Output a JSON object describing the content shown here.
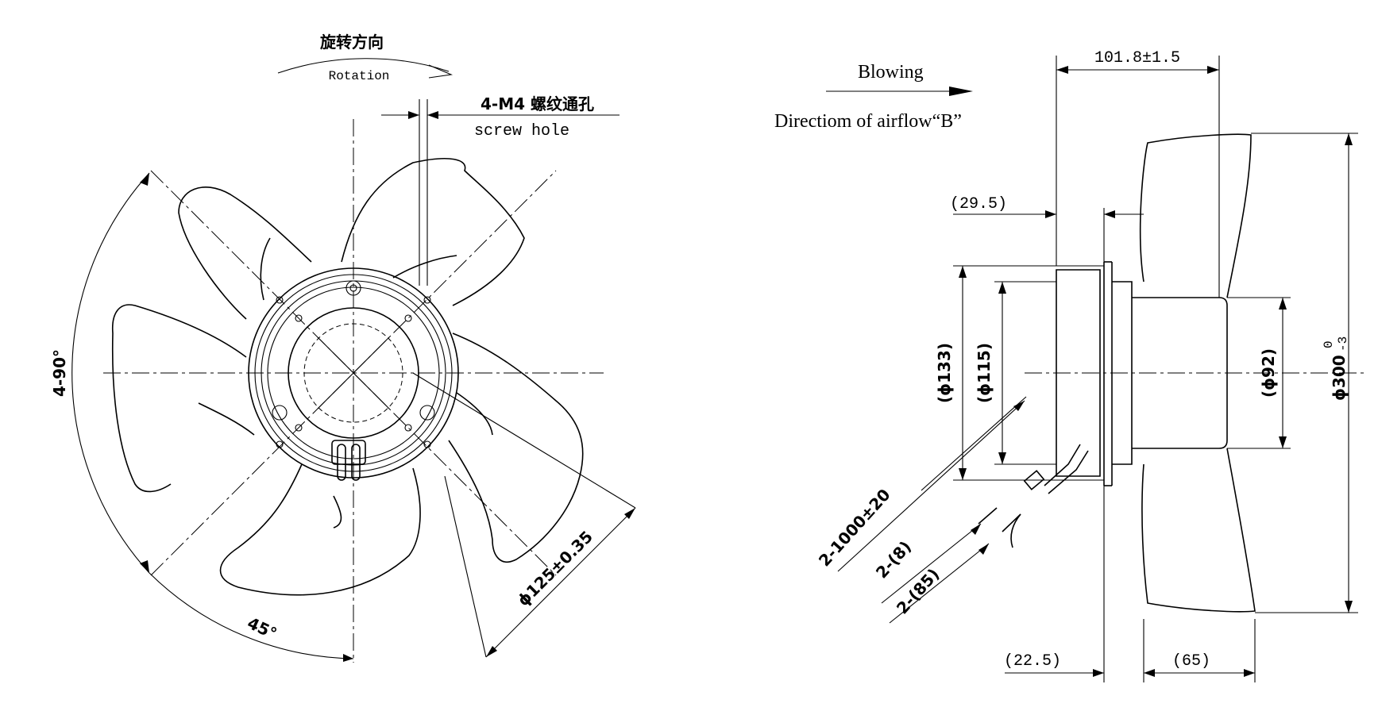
{
  "front_view": {
    "rotation_cn": "旋转方向",
    "rotation_en": "Rotation",
    "hole_cn": "4-M4 螺纹通孔",
    "hole_en": "screw hole",
    "angle_4x90": "4-90°",
    "angle_45": "45°",
    "pcd": "ϕ125±0.35"
  },
  "side_view": {
    "blowing": "Blowing",
    "airflow": "Directiom of airflow“B”",
    "depth_total": "101.8±1.5",
    "flange_offset": "(29.5)",
    "dia_133": "(ϕ133)",
    "dia_115": "(ϕ115)",
    "dia_92": "(ϕ92)",
    "dia_300": "ϕ300",
    "tol_upper": "0",
    "tol_lower": "-3",
    "lead_length": "2-1000±20",
    "lead_8": "2-(8)",
    "lead_85": "2-(85)",
    "dim_22_5": "(22.5)",
    "dim_65": "(65)"
  }
}
